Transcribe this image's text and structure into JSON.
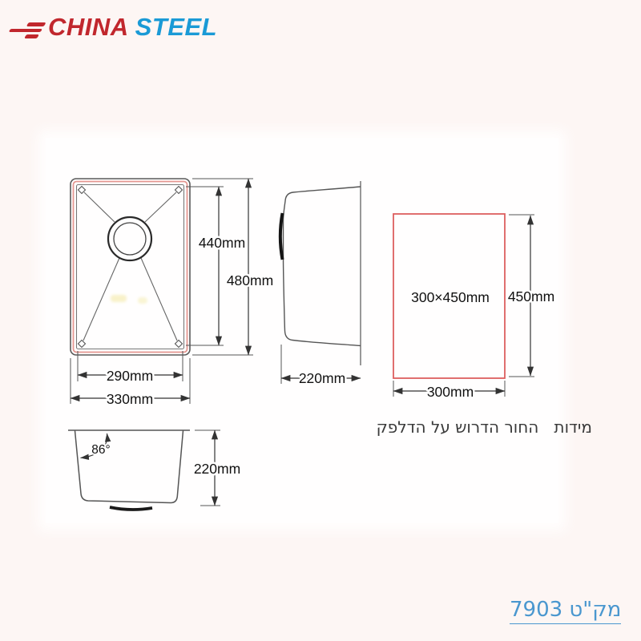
{
  "logo": {
    "part1": "CHINA",
    "part2": "STEEL",
    "color_part1": "#c1272d",
    "color_part2": "#1a9ad6"
  },
  "top_view": {
    "dim_inner_height": "440mm",
    "dim_outer_height": "480mm",
    "dim_inner_width": "290mm",
    "dim_outer_width": "330mm",
    "rim_accent_color": "#e59791"
  },
  "side_view": {
    "dim_depth": "220mm"
  },
  "cutout": {
    "size_label": "300×450mm",
    "dim_height": "450mm",
    "dim_width": "300mm",
    "outline_color": "#dd5f5f"
  },
  "front_view": {
    "angle_label": "86°",
    "dim_height": "220mm"
  },
  "caption": {
    "text": "מידות   החור הדרוש על הדלפק"
  },
  "sku": {
    "text": "מק\"ט 7903",
    "color": "#4a97cf"
  }
}
